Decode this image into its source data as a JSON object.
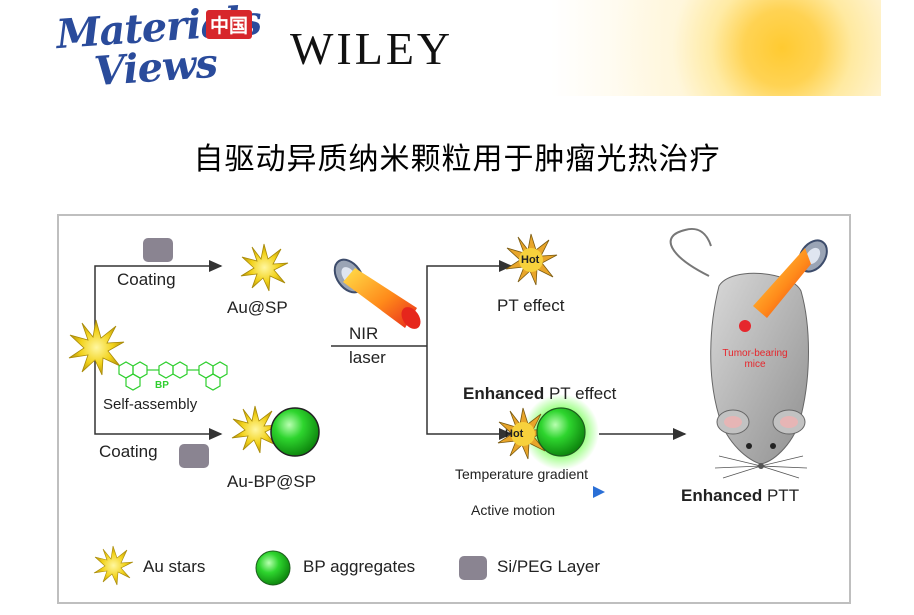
{
  "header": {
    "brand_line1": "Materials",
    "brand_line2": "Views",
    "brand_cn": "中国",
    "publisher": "WILEY"
  },
  "title": "自驱动异质纳米颗粒用于肿瘤光热治疗",
  "diagram": {
    "coating_top": "Coating",
    "au_sp": "Au@SP",
    "bp": "BP",
    "self_assembly": "Self-assembly",
    "coating_bottom": "Coating",
    "au_bp_sp": "Au-BP@SP",
    "nir": "NIR",
    "laser": "laser",
    "hot_top": "Hot",
    "pt_effect": "PT effect",
    "enhanced_bold": "Enhanced",
    "enhanced_pt_rest": " PT effect",
    "hot_bottom": "Hot",
    "temperature_gradient": "Temperature gradient",
    "active_motion": "Active motion",
    "tumor_bearing": "Tumor-bearing",
    "mice": "mice",
    "enhanced_ptt_bold": "Enhanced",
    "enhanced_ptt_rest": " PTT"
  },
  "legend": {
    "au_stars": "Au stars",
    "bp_aggregates": "BP aggregates",
    "si_peg_layer": "Si/PEG Layer"
  },
  "colors": {
    "brand_blue": "#2a4b9b",
    "brand_red": "#d7262b",
    "bp_green": "#22c022",
    "star_yellow": "#f2d21b",
    "layer_gray": "#8a8491",
    "laser_red": "#e63a1e"
  }
}
